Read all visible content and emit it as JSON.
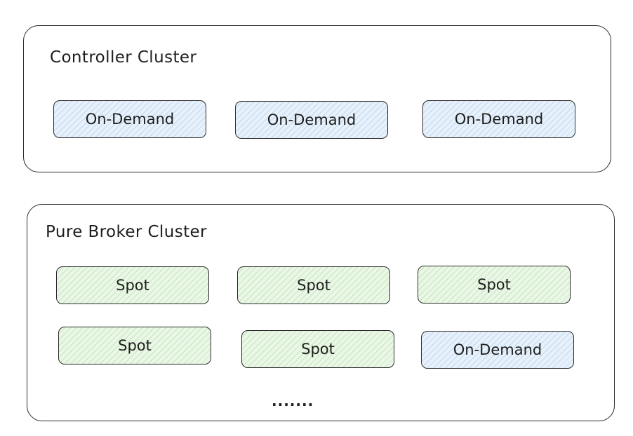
{
  "clusters": [
    {
      "title": "Controller Cluster",
      "nodes": [
        "On-Demand",
        "On-Demand",
        "On-Demand"
      ]
    },
    {
      "title": "Pure Broker Cluster",
      "nodes": [
        "Spot",
        "Spot",
        "Spot",
        "Spot",
        "Spot",
        "On-Demand"
      ],
      "more": "......."
    }
  ],
  "colors": {
    "on_demand_fill": "#e7f1fb",
    "spot_fill": "#eaf7e6",
    "stroke": "#2b2b2b"
  }
}
